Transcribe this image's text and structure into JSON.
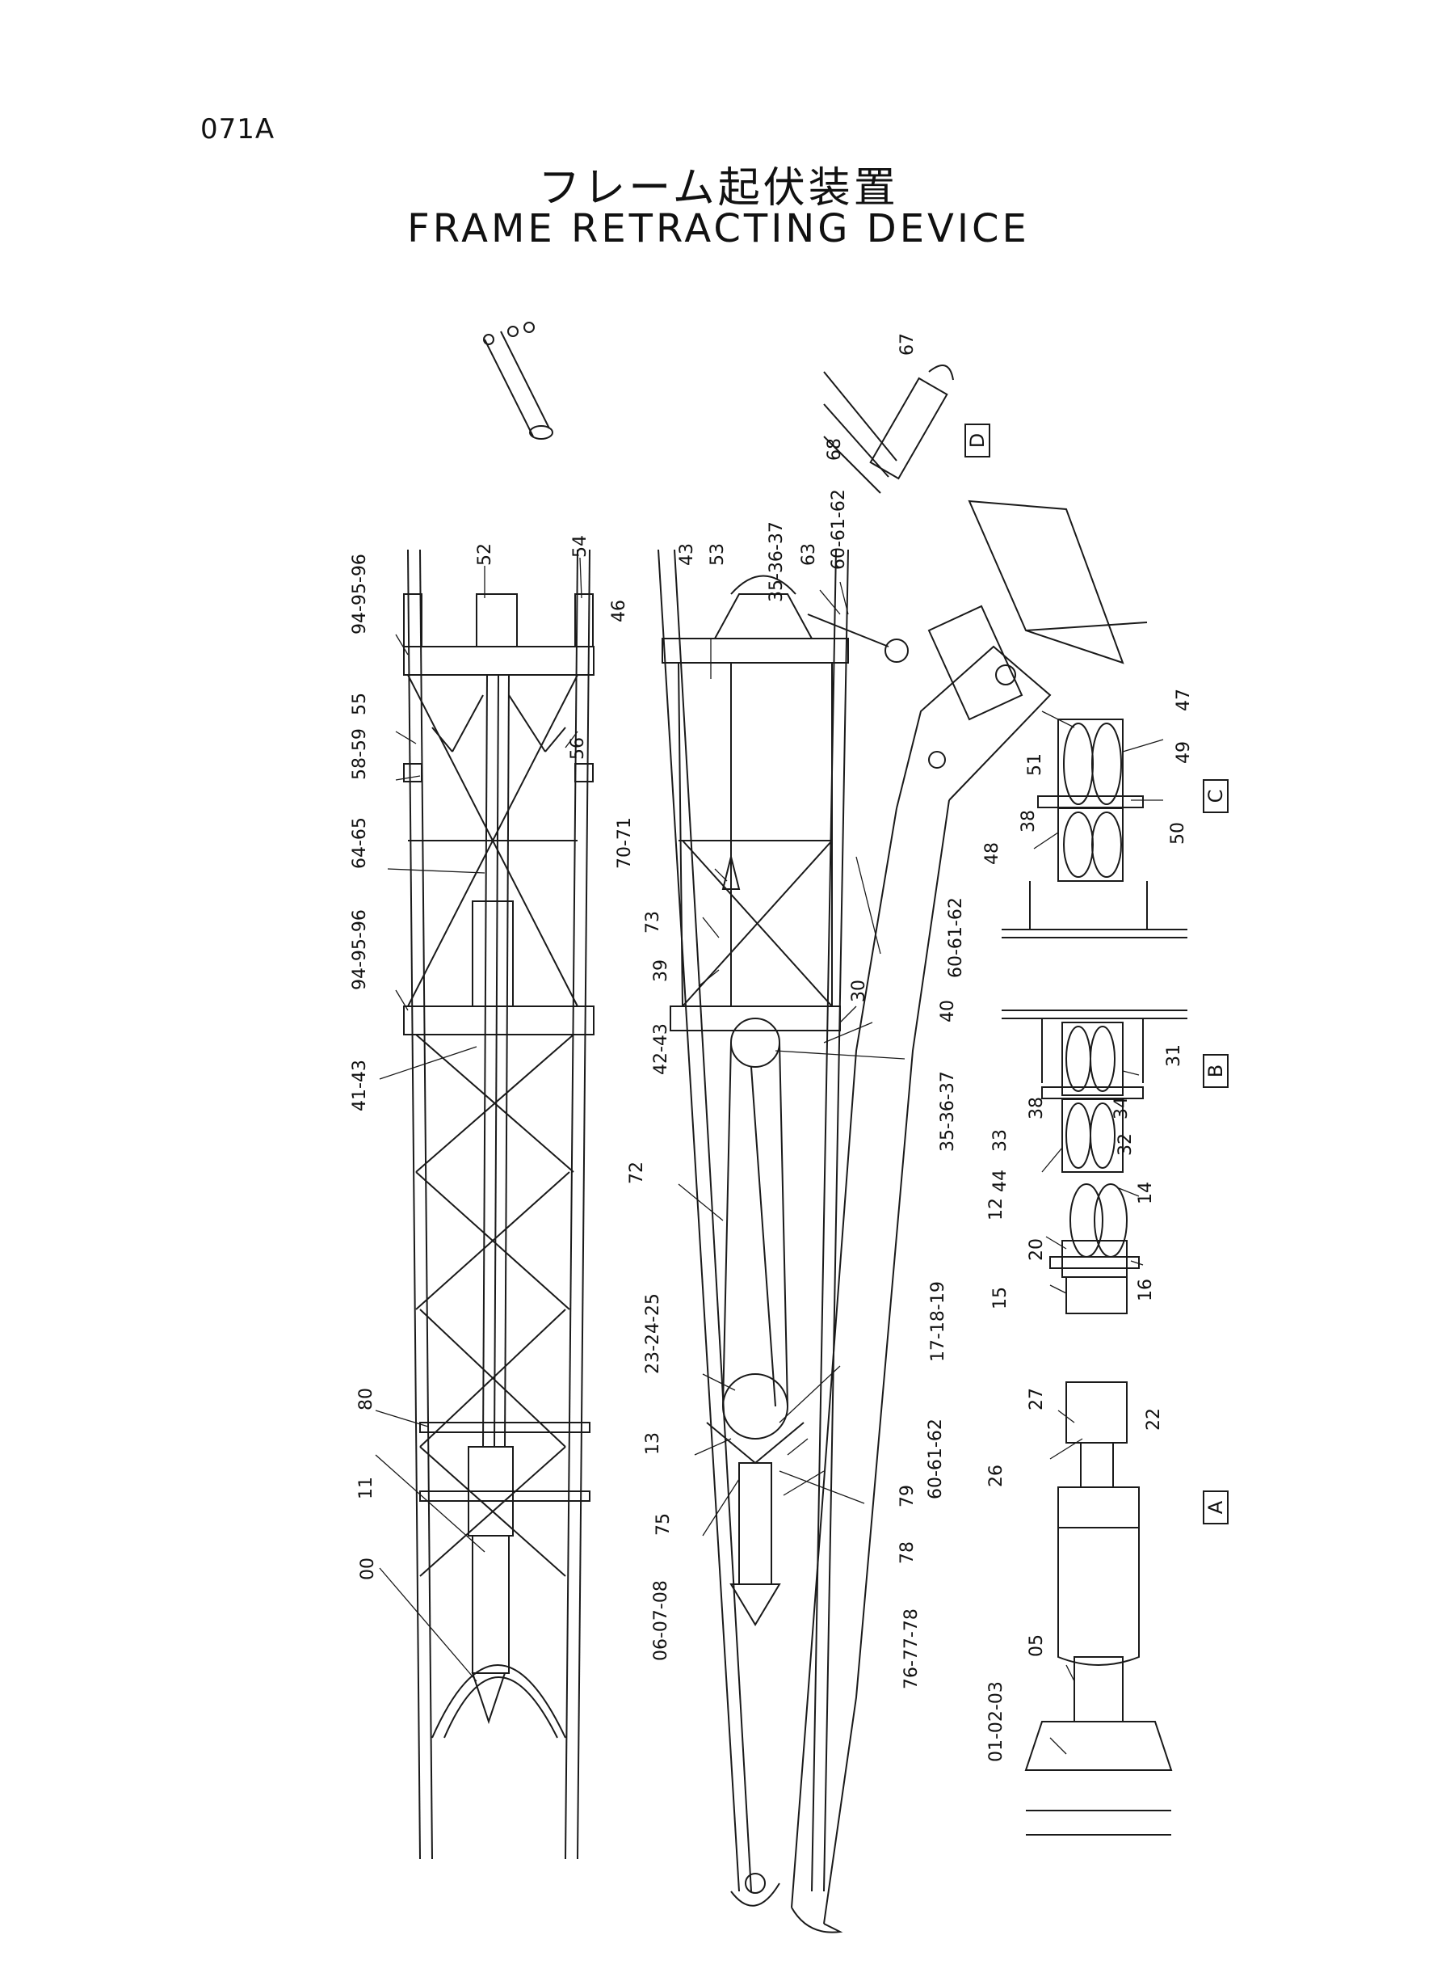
{
  "page_code": "071A",
  "title_jp": "フレーム起伏装置",
  "title_en": "FRAME RETRACTING DEVICE",
  "view_tags": {
    "a": "A",
    "b": "B",
    "c": "C",
    "d": "D"
  },
  "callouts": {
    "left": [
      "94-95-96",
      "52",
      "54",
      "55",
      "58-59",
      "56",
      "64-65",
      "94-95-96",
      "41-43",
      "80",
      "11",
      "00"
    ],
    "center": [
      "43",
      "53",
      "35-36-37",
      "63",
      "60-61-62",
      "46",
      "70-71",
      "73",
      "39",
      "60-61-62",
      "30",
      "42-43",
      "40",
      "35-36-37",
      "72",
      "23-24-25",
      "17-18-19",
      "13",
      "60-61-62",
      "75",
      "79",
      "06-07-08",
      "78",
      "76-77-78"
    ],
    "detail_d": [
      "67",
      "68"
    ],
    "detail_c": [
      "47",
      "49",
      "51",
      "38",
      "48",
      "50"
    ],
    "detail_b": [
      "31",
      "38",
      "33",
      "44",
      "32",
      "34"
    ],
    "detail_a": [
      "14",
      "12",
      "20",
      "16",
      "15",
      "27",
      "22",
      "26",
      "01-02-03",
      "05"
    ]
  }
}
